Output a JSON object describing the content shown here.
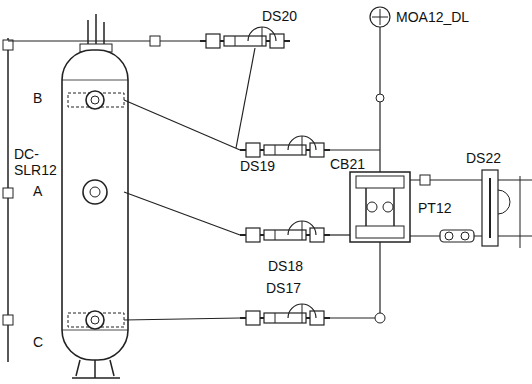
{
  "diagram": {
    "labels": [
      "DS20",
      "MOA12_DL",
      "B",
      "DC- SLR12",
      "DS19",
      "CB21",
      "DS22",
      "A",
      "PT12",
      "DS18",
      "DS17",
      "C"
    ]
  }
}
